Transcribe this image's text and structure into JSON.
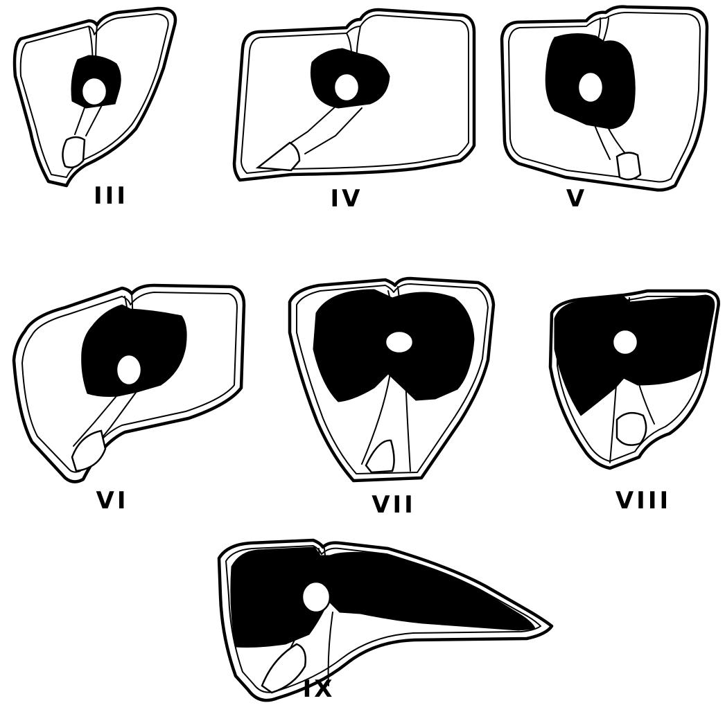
{
  "sections": [
    {
      "id": "III",
      "label": "III"
    },
    {
      "id": "IV",
      "label": "IV"
    },
    {
      "id": "V",
      "label": "V"
    },
    {
      "id": "VI",
      "label": "VI"
    },
    {
      "id": "VII",
      "label": "VII"
    },
    {
      "id": "VIII",
      "label": "VIII"
    },
    {
      "id": "IX",
      "label": "IX"
    }
  ]
}
